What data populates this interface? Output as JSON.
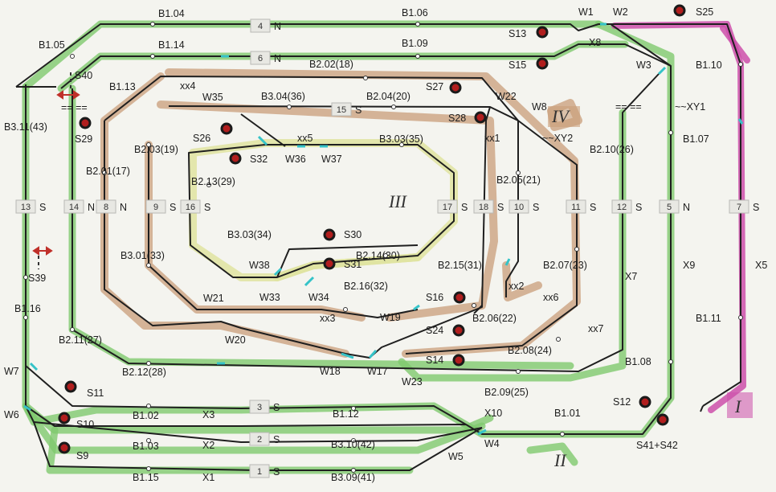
{
  "colors": {
    "green": "#7fc96e",
    "brown": "#c99e7a",
    "yellow": "#dfe3a0",
    "pink": "#cc4faa",
    "signal": "#b11e1e"
  },
  "roman_labels": [
    "IV",
    "III",
    "II",
    "I"
  ],
  "section_labels": [
    "B1.04",
    "B1.06",
    "B1.05",
    "B1.14",
    "B1.09",
    "B1.13",
    "B1.10",
    "B1.07",
    "B1.16",
    "B1.02",
    "B1.03",
    "B1.15",
    "B1.12",
    "B1.01",
    "B1.08",
    "B1.11",
    "B2.02(18)",
    "B2.04(20)",
    "B2.03(19)",
    "B2.01(17)",
    "B2.13(29)",
    "B2.05(21)",
    "B2.10(26)",
    "B2.07(23)",
    "B2.14(30)",
    "B2.15(31)",
    "B2.16(32)",
    "B2.06(22)",
    "B2.08(24)",
    "B2.09(25)",
    "B2.11(27)",
    "B2.12(28)",
    "B3.04(36)",
    "B3.03(35)",
    "B3.11(43)",
    "B3.03(34)",
    "B3.01(33)",
    "B3.10(42)",
    "B3.09(41)"
  ],
  "switch_labels": [
    "W1",
    "W2",
    "W3",
    "W8",
    "W22",
    "W35",
    "W36",
    "W37",
    "W38",
    "W33",
    "W34",
    "W21",
    "W20",
    "W19",
    "W18",
    "W17",
    "W23",
    "W7",
    "W6",
    "W5",
    "W4",
    "X8",
    "X7",
    "X9",
    "X5",
    "X10",
    "X3",
    "X2",
    "X1",
    "xx4",
    "xx5",
    "xx1",
    "xx2",
    "xx6",
    "xx3",
    "xx7",
    "~~XY1",
    "~~XY2"
  ],
  "signal_labels": [
    "S25",
    "S13",
    "S15",
    "S27",
    "S28",
    "S40",
    "S29",
    "S26",
    "S32",
    "S30",
    "S31",
    "S16",
    "S24",
    "S14",
    "S11",
    "S10",
    "S9",
    "S12",
    "S41+S42",
    "S39"
  ],
  "blocks": [
    {
      "num": "4",
      "dir": "N"
    },
    {
      "num": "6",
      "dir": "N"
    },
    {
      "num": "15",
      "dir": "S"
    },
    {
      "num": "13",
      "dir": "S"
    },
    {
      "num": "14",
      "dir": "N"
    },
    {
      "num": "8",
      "dir": "N"
    },
    {
      "num": "9",
      "dir": "S"
    },
    {
      "num": "16",
      "dir": "S"
    },
    {
      "num": "17",
      "dir": "S"
    },
    {
      "num": "18",
      "dir": "S"
    },
    {
      "num": "10",
      "dir": "S"
    },
    {
      "num": "11",
      "dir": "S"
    },
    {
      "num": "12",
      "dir": "S"
    },
    {
      "num": "5",
      "dir": "N"
    },
    {
      "num": "7",
      "dir": "S"
    },
    {
      "num": "3",
      "dir": "S"
    },
    {
      "num": "2",
      "dir": "S"
    },
    {
      "num": "1",
      "dir": "S"
    }
  ],
  "misc_labels": [
    "== ==",
    "== =="
  ]
}
